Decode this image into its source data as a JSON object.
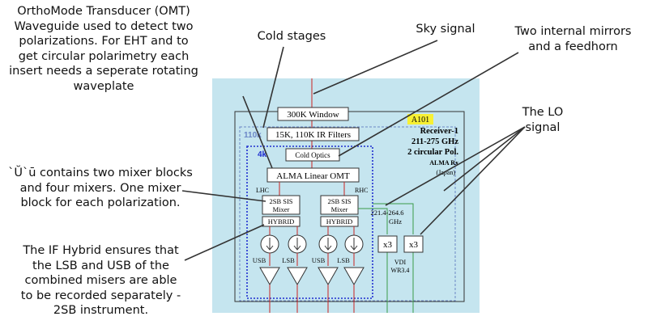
{
  "annotations": {
    "omt": [
      "OrthoMode Transducer (OMT)",
      "Waveguide used to detect two",
      "polarizations. For EHT and to",
      "get circular polarimetry each",
      "insert needs a seperate rotating",
      "waveplate"
    ],
    "cold_stages": "Cold stages",
    "sky_signal": "Sky signal",
    "mirrors": [
      "Two internal mirrors",
      "and a feedhorn"
    ],
    "lo": [
      "The LO",
      "signal"
    ],
    "mixer": [
      "`Ŭ`ū contains two mixer blocks",
      "and four mixers. One mixer",
      "block for each polarization."
    ],
    "hybrid": [
      "The IF Hybrid ensures that",
      "the LSB and USB of the",
      "combined misers are able",
      "to be recorded separately -",
      "2SB instrument."
    ]
  },
  "diagram": {
    "window_label": "300K Window",
    "filter_stage_tag": "110k",
    "filter_label": "15K, 110K IR Filters",
    "cold_stage_tag": "4k",
    "cold_optics_label": "Cold Optics",
    "omt_label": "ALMA Linear OMT",
    "lhc": "LHC",
    "rhc": "RHC",
    "mixer_labels": [
      "2SB SIS",
      "Mixer"
    ],
    "hybrid_label": "HYBRID",
    "usb": "USB",
    "lsb": "LSB",
    "badge": "A101",
    "receiver_lines": [
      "Receiver-1",
      "211-275 GHz",
      "2 circular Pol."
    ],
    "receiver_sub": [
      "ALMA Rx",
      "(Japan)"
    ],
    "lo_freq": [
      "221.4-264.6",
      "GHz"
    ],
    "multiplier": "x3",
    "vdi": [
      "VDI",
      "WR3.4"
    ]
  },
  "colors": {
    "panel": "#c5e5ef",
    "badge": "#f7f034",
    "stage_blue": "#6b86c6",
    "cold_blue": "#1f2ecf",
    "signal_red": "#cc2222",
    "lo_green": "#3a9a4a"
  }
}
